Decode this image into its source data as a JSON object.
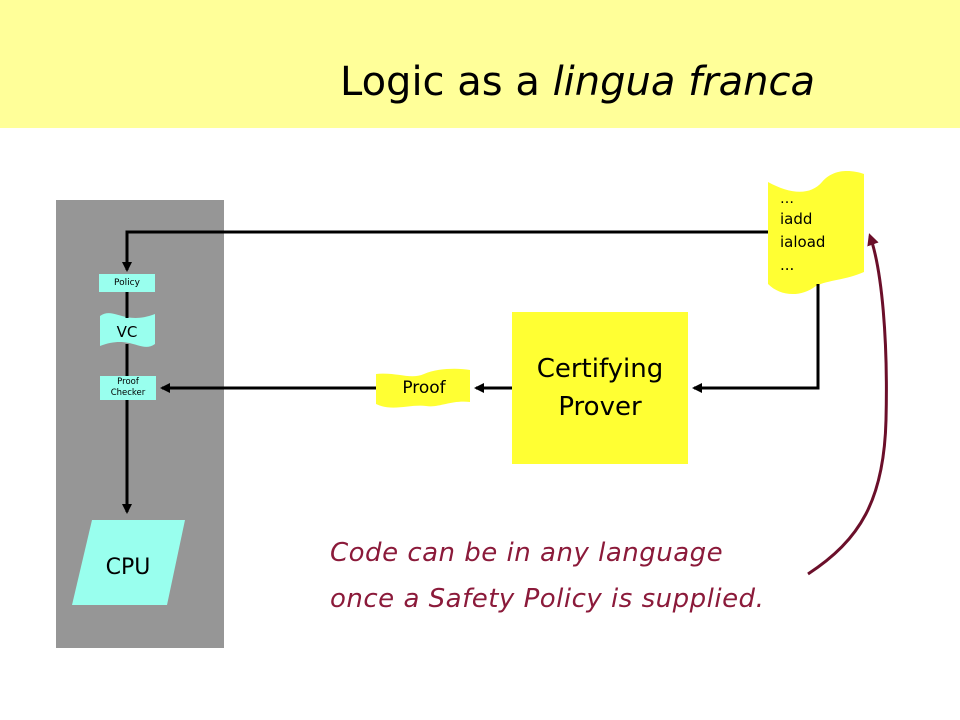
{
  "title": {
    "plain": "Logic as a ",
    "italic": "lingua franca"
  },
  "host": {
    "policy_label": "Policy",
    "vc_label": "VC",
    "checker_line1": "Proof",
    "checker_line2": "Checker",
    "cpu_label": "CPU"
  },
  "code_doc": {
    "lines": [
      "…",
      "iadd",
      "iaload",
      "..."
    ]
  },
  "prover": {
    "line1": "Certifying",
    "line2": "Prover"
  },
  "proof_label": "Proof",
  "note": {
    "line1": "Code can be in any language",
    "line2": "once a Safety Policy is supplied."
  },
  "colors": {
    "title_band": "#ffff99",
    "host_panel": "#969696",
    "cyan_shapes": "#99ffee",
    "yellow_shapes": "#ffff33",
    "note_text": "#8b1a3a",
    "curved_arrow": "#6b0f2a"
  }
}
